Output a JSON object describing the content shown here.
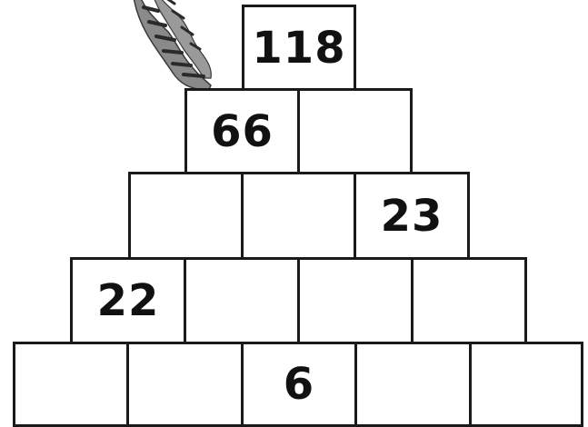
{
  "puzzle": {
    "rows": [
      [
        "118"
      ],
      [
        "66",
        ""
      ],
      [
        "",
        "",
        "23"
      ],
      [
        "22",
        "",
        "",
        ""
      ],
      [
        "",
        "",
        "6",
        "",
        ""
      ]
    ]
  },
  "decor": {
    "creature_icon": "zebra-leg-icon",
    "line_color": "#1a1a1a",
    "fill_color": "#ffffff"
  }
}
